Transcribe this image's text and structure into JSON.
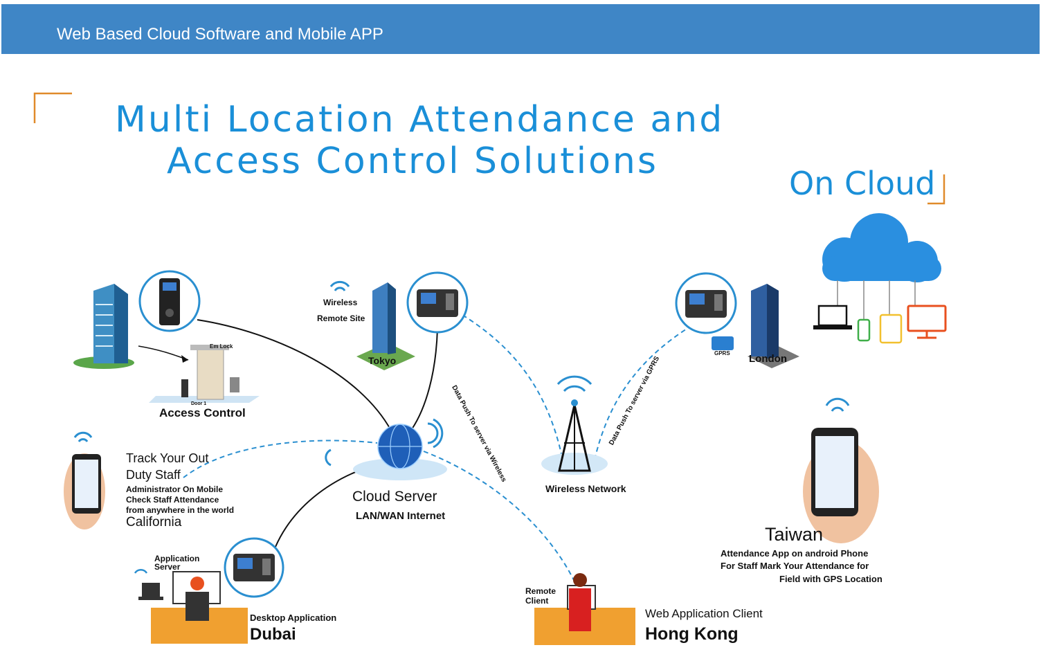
{
  "header": {
    "title": "Web Based Cloud Software and Mobile APP"
  },
  "main": {
    "title_line1": "Multi Location Attendance and",
    "title_line2": "Access Control Solutions",
    "on_cloud": "On Cloud"
  },
  "nodes": {
    "access_control": {
      "label": "Access Control",
      "em_lock": "Em Lock",
      "door": "Door 1"
    },
    "tokyo": {
      "wireless": "Wireless",
      "remote_site": "Remote Site",
      "city": "Tokyo"
    },
    "cloud_server": {
      "title": "Cloud Server",
      "subtitle": "LAN/WAN Internet"
    },
    "wireless_network": {
      "label": "Wireless Network"
    },
    "london": {
      "gprs": "GPRS",
      "city": "London"
    },
    "california": {
      "line1": "Track Your Out",
      "line2": "Duty Staff",
      "line3": "Administrator On Mobile",
      "line4": "Check Staff Attendance",
      "line5": "from anywhere in the world",
      "city": "California"
    },
    "dubai": {
      "app_server_line1": "Application",
      "app_server_line2": "Server",
      "desktop": "Desktop Application",
      "city": "Dubai"
    },
    "hong_kong": {
      "remote_line1": "Remote",
      "remote_line2": "Client",
      "web_client": "Web Application Client",
      "city": "Hong Kong"
    },
    "taiwan": {
      "city": "Taiwan",
      "line1": "Attendance App on android Phone",
      "line2": "For Staff Mark Your Attendance for",
      "line3": "Field with GPS Location"
    }
  },
  "links": {
    "wireless_push": "Data Push To server via Wireless",
    "gprs_push": "Data Push To server via GPRS"
  },
  "colors": {
    "header_bar": "#3f86c6",
    "title_blue": "#1a8fd8",
    "accent_orange": "#e08a2a",
    "link_dashed": "#2a8fd0"
  }
}
